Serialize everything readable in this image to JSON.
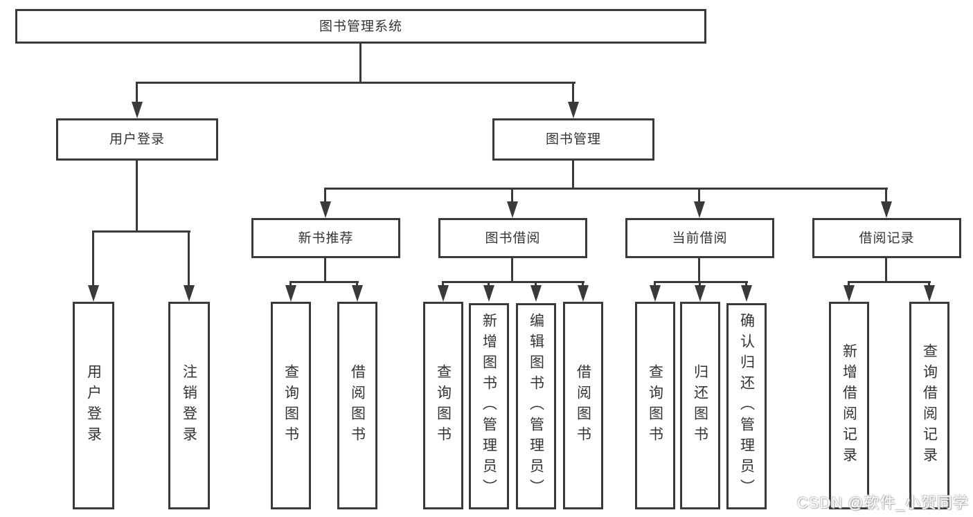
{
  "diagram": {
    "type": "tree",
    "tree": {
      "label": "图书管理系统",
      "children": [
        {
          "label": "用户登录",
          "children": [
            {
              "label": "用户登录"
            },
            {
              "label": "注销登录"
            }
          ]
        },
        {
          "label": "图书管理",
          "children": [
            {
              "label": "新书推荐",
              "children": [
                {
                  "label": "查询图书"
                },
                {
                  "label": "借阅图书"
                }
              ]
            },
            {
              "label": "图书借阅",
              "children": [
                {
                  "label": "查询图书"
                },
                {
                  "label": "新增图书（管理员）"
                },
                {
                  "label": "编辑图书（管理员）"
                },
                {
                  "label": "借阅图书"
                }
              ]
            },
            {
              "label": "当前借阅",
              "children": [
                {
                  "label": "查询图书"
                },
                {
                  "label": "归还图书"
                },
                {
                  "label": "确认归还（管理员）"
                }
              ]
            },
            {
              "label": "借阅记录",
              "children": [
                {
                  "label": "新增借阅记录"
                },
                {
                  "label": "查询借阅记录"
                }
              ]
            }
          ]
        }
      ]
    }
  },
  "watermark": "CSDN @软件_小贺同学",
  "colors": {
    "line": "#3a3a3a",
    "text": "#343434",
    "background": "#ffffff",
    "watermark_text": "#ffffff"
  }
}
